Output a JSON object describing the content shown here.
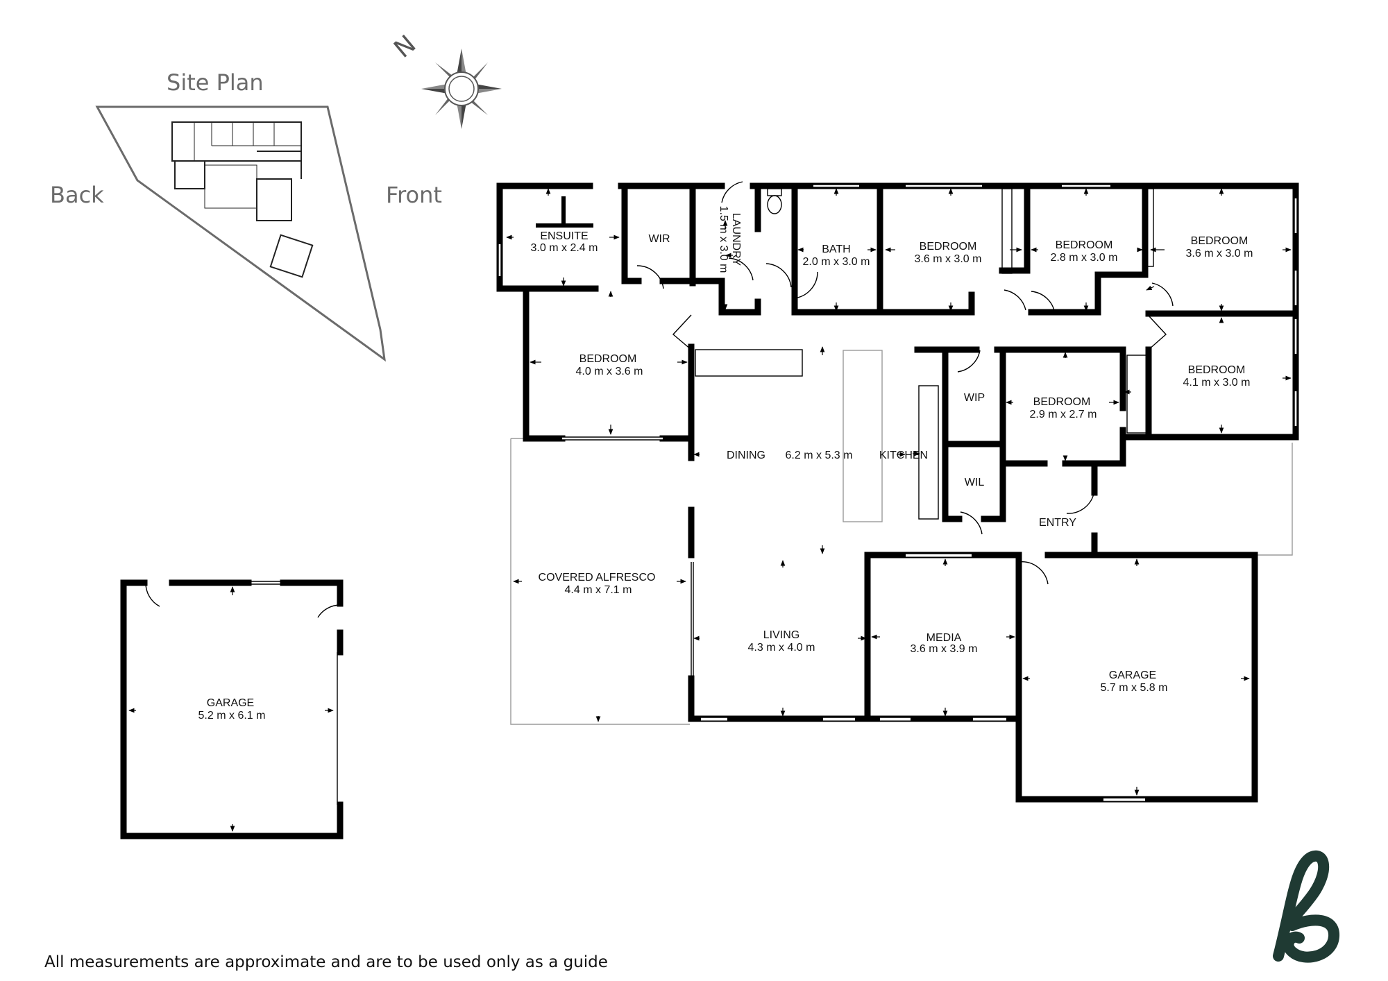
{
  "site_plan": {
    "title": "Site Plan",
    "back_label": "Back",
    "front_label": "Front"
  },
  "compass": {
    "icon": "compass-rose-icon",
    "north_letter": "N"
  },
  "rooms": {
    "ensuite": {
      "name": "ENSUITE",
      "size": "3.0 m x 2.4 m"
    },
    "wir": {
      "name": "WIR"
    },
    "laundry": {
      "name": "LAUNDRY",
      "size": "1.5 m x 3.0 m"
    },
    "bath": {
      "name": "BATH",
      "size": "2.0 m x 3.0 m"
    },
    "bedroom_2": {
      "name": "BEDROOM",
      "size": "3.6 m x 3.0 m"
    },
    "bedroom_3": {
      "name": "BEDROOM",
      "size": "2.8 m x 3.0 m"
    },
    "bedroom_4": {
      "name": "BEDROOM",
      "size": "3.6 m x 3.0 m"
    },
    "bedroom_master": {
      "name": "BEDROOM",
      "size": "4.0 m x 3.6 m"
    },
    "bedroom_5": {
      "name": "BEDROOM",
      "size": "4.1 m x 3.0 m"
    },
    "bedroom_6": {
      "name": "BEDROOM",
      "size": "2.9 m x 2.7 m"
    },
    "wip": {
      "name": "WIP"
    },
    "wil": {
      "name": "WIL"
    },
    "dining": {
      "name": "DINING"
    },
    "dining_kitchen_size": "6.2 m x 5.3 m",
    "kitchen": {
      "name": "KITCHEN"
    },
    "entry": {
      "name": "ENTRY"
    },
    "alfresco": {
      "name": "COVERED ALFRESCO",
      "size": "4.4 m x 7.1 m"
    },
    "living": {
      "name": "LIVING",
      "size": "4.3 m x 4.0 m"
    },
    "media": {
      "name": "MEDIA",
      "size": "3.6 m x 3.9 m"
    },
    "garage_main": {
      "name": "GARAGE",
      "size": "5.7 m x 5.8 m"
    },
    "garage_detached": {
      "name": "GARAGE",
      "size": "5.2 m x 6.1 m"
    }
  },
  "logo": {
    "icon": "brand-b-logo-icon",
    "color": "#1f3a33"
  },
  "disclaimer": "All measurements are approximate and are to be used only as a guide"
}
